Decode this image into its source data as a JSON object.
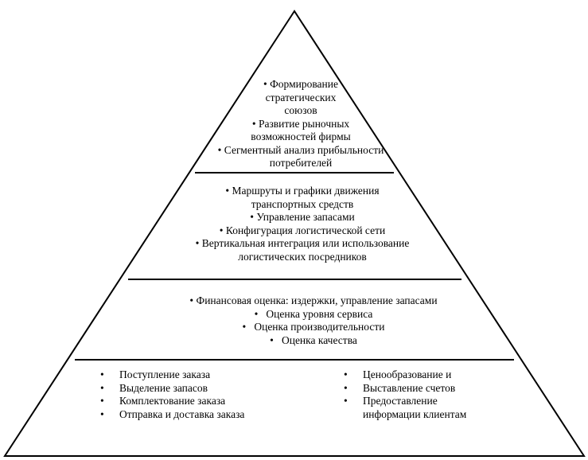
{
  "levels": {
    "top": {
      "items": [
        {
          "bullet": "•",
          "lines": [
            "Формирование",
            "стратегических",
            "союзов"
          ]
        },
        {
          "bullet": "•",
          "lines": [
            "Развитие рыночных",
            "возможностей фирмы"
          ]
        },
        {
          "bullet": "•",
          "lines": [
            "Сегментный анализ прибыльности",
            "потребителей"
          ]
        }
      ]
    },
    "second": {
      "items": [
        {
          "bullet": "•",
          "lines": [
            "Маршруты и графики движения",
            "транспортных средств"
          ]
        },
        {
          "bullet": "•",
          "lines": [
            "Управление запасами"
          ]
        },
        {
          "bullet": "•",
          "lines": [
            "Конфигурация логистической сети"
          ]
        },
        {
          "bullet": "•",
          "lines": [
            "Вертикальная интеграция или использование",
            "логистических посредников"
          ]
        }
      ]
    },
    "third": {
      "items": [
        {
          "bullet": "•",
          "lines": [
            "Финансовая оценка: издержки, управление запасами"
          ]
        },
        {
          "bullet": "•",
          "lines": [
            "Оценка уровня сервиса"
          ]
        },
        {
          "bullet": "•",
          "lines": [
            "Оценка производительности"
          ]
        },
        {
          "bullet": "•",
          "lines": [
            "Оценка качества"
          ]
        }
      ]
    },
    "base": {
      "left_items": [
        {
          "bullet": "•",
          "text": "Поступление заказа"
        },
        {
          "bullet": "•",
          "text": "Выделение запасов"
        },
        {
          "bullet": "•",
          "text": "Комплектование заказа"
        },
        {
          "bullet": "•",
          "text": "Отправка и доставка заказа"
        }
      ],
      "right_items": [
        {
          "bullet": "•",
          "text": "Ценообразование и"
        },
        {
          "bullet": "•",
          "text": "Выставление счетов"
        },
        {
          "bullet": "•",
          "text": "Предоставление"
        },
        {
          "bullet": "",
          "text": "информации клиентам"
        }
      ]
    }
  },
  "colors": {
    "stroke": "#000000",
    "background": "#ffffff"
  }
}
